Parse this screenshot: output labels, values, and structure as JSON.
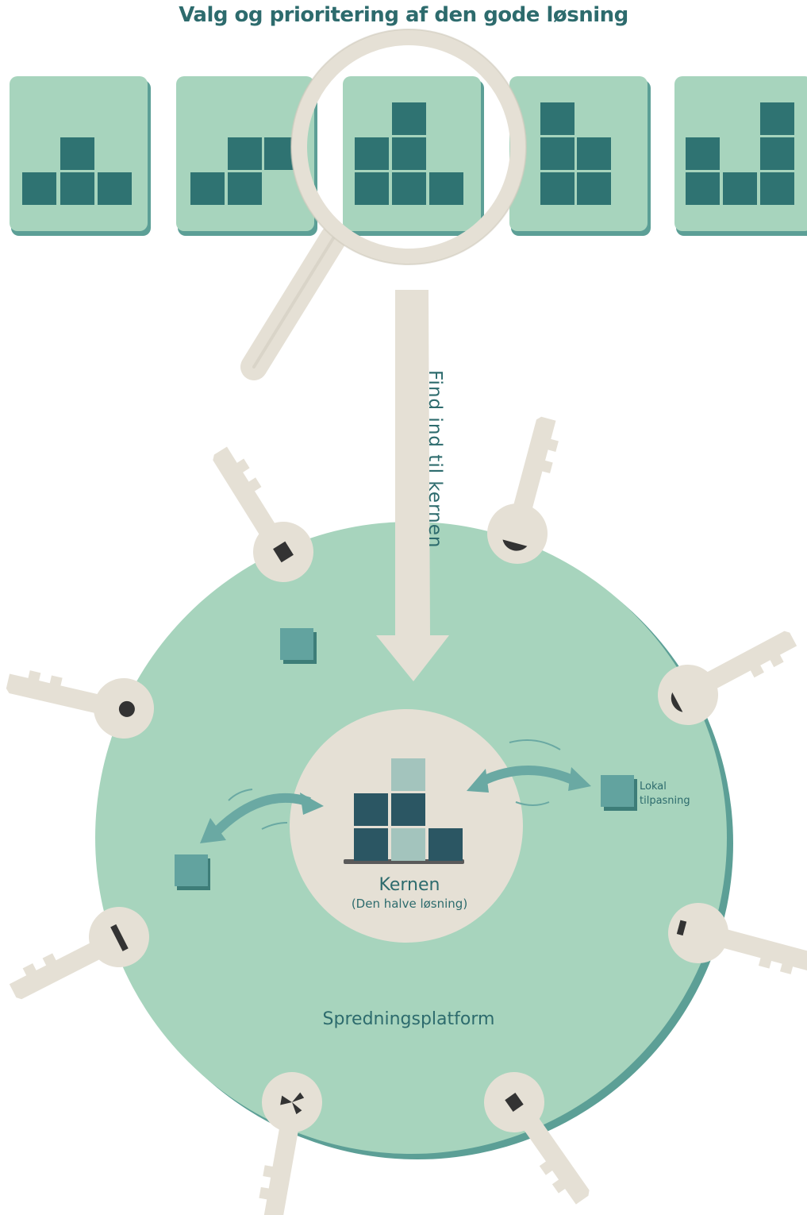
{
  "title": "Valg og prioritering af den gode løsning",
  "arrow_label": "Find ind til kernen",
  "core": {
    "label": "Kernen",
    "sublabel": "(Den halve løsning)"
  },
  "local_adaptation": {
    "line1": "Lokal",
    "line2": "tilpasning"
  },
  "platform_label": "Spredningsplatform",
  "colors": {
    "title_text": "#2d6b6d",
    "card_bg": "#a7d4bd",
    "card_shadow": "#5c9f96",
    "block_dark": "#2f7372",
    "platform": "#a7d4bd",
    "platform_shadow": "#5c9f96",
    "core_bg": "#e5e0d5",
    "key_fill": "#e5e0d5",
    "key_dark": "#333333",
    "core_block_dark": "#2b5663",
    "core_block_light": "#a3c4bd",
    "small_block": "#62a39f",
    "curved_arrow": "#6aa9a3"
  }
}
